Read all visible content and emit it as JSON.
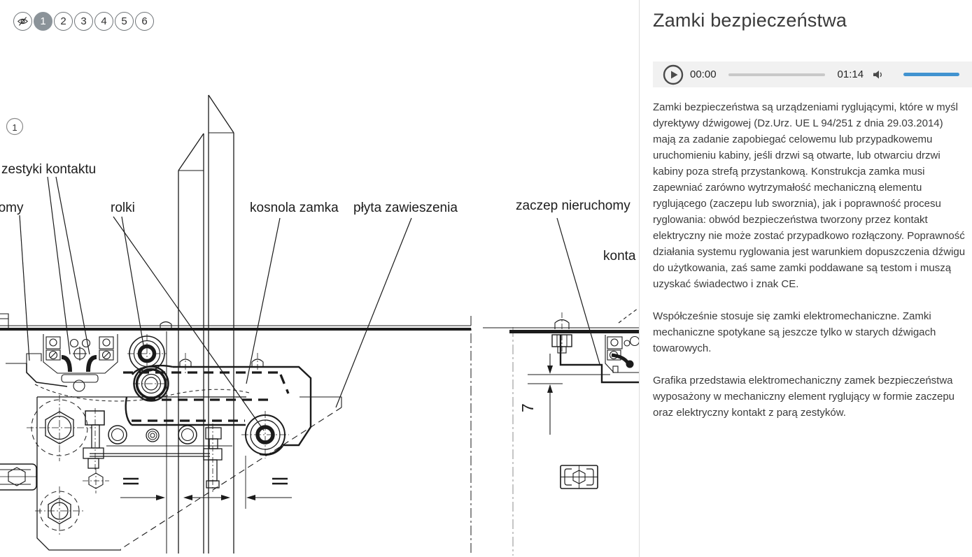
{
  "colors": {
    "accent_blue": "#4193d0",
    "player_bg": "#f1f1f1",
    "player_icon": "#4a4a4a",
    "seek_track": "#c8c8c8",
    "nav_active_bg": "#8b9399",
    "nav_border": "#6f7478",
    "ink": "#1b1b1b",
    "text": "#3b3b3b",
    "divider": "#dcdcdc"
  },
  "nav": {
    "hide_icon": "eye-off-icon",
    "steps": [
      {
        "label": "1",
        "active": true
      },
      {
        "label": "2",
        "active": false
      },
      {
        "label": "3",
        "active": false
      },
      {
        "label": "4",
        "active": false
      },
      {
        "label": "5",
        "active": false
      },
      {
        "label": "6",
        "active": false
      }
    ]
  },
  "figure": {
    "badge": "1",
    "labels": {
      "contact_pair": "zestyki kontaktu",
      "moving_catch_partial": "homy",
      "rollers": "rolki",
      "lock_console": "kosnola zamka",
      "suspension_plate": "płyta zawieszenia",
      "fixed_catch": "zaczep nieruchomy",
      "contact_partial": "konta",
      "dimension_value": "7"
    }
  },
  "panel": {
    "title": "Zamki bezpieczeństwa",
    "player": {
      "current_time": "00:00",
      "duration": "01:14"
    },
    "paragraphs": [
      "Zamki bezpieczeństwa są urządzeniami ryglującymi, które w myśl dyrektywy dźwigowej (Dz.Urz. UE L 94/251 z dnia 29.03.2014) mają za zadanie zapobiegać celowemu lub przypadkowemu uruchomieniu kabiny, jeśli drzwi są otwarte, lub otwarciu drzwi kabiny poza strefą przystankową. Konstrukcja zamka musi zapewniać zarówno wytrzymałość mechaniczną elementu ryglującego (zaczepu lub sworznia), jak i poprawność procesu ryglowania: obwód bezpieczeństwa tworzony przez kontakt elektryczny nie może zostać przypadkowo rozłączony. Poprawność działania systemu ryglowania jest warunkiem dopuszczenia dźwigu do użytkowania, zaś same zamki poddawane są testom i muszą uzyskać świadectwo i znak CE.",
      "Współcześnie stosuje się zamki elektromechaniczne. Zamki mechaniczne spotykane są jeszcze tylko w starych dźwigach towarowych.",
      "Grafika przedstawia elektromechaniczny zamek bezpieczeństwa wyposażony w mechaniczny element ryglujący w formie zaczepu oraz elektryczny kontakt z parą zestyków."
    ]
  }
}
